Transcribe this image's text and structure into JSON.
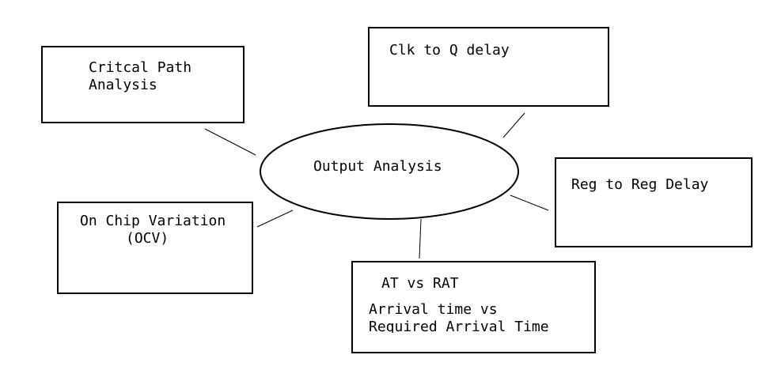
{
  "diagram": {
    "center": {
      "label": "Output Analysis"
    },
    "nodes": [
      {
        "id": "critical-path",
        "lines": [
          "Critcal Path",
          "Analysis"
        ]
      },
      {
        "id": "clk-to-q",
        "lines": [
          "Clk to Q delay"
        ]
      },
      {
        "id": "reg-to-reg",
        "lines": [
          "Reg to Reg Delay"
        ]
      },
      {
        "id": "at-vs-rat",
        "title": "AT vs RAT",
        "lines": [
          "Arrival time vs",
          "Required Arrival Time"
        ]
      },
      {
        "id": "ocv",
        "lines": [
          "On Chip Variation",
          "(OCV)"
        ]
      }
    ]
  }
}
